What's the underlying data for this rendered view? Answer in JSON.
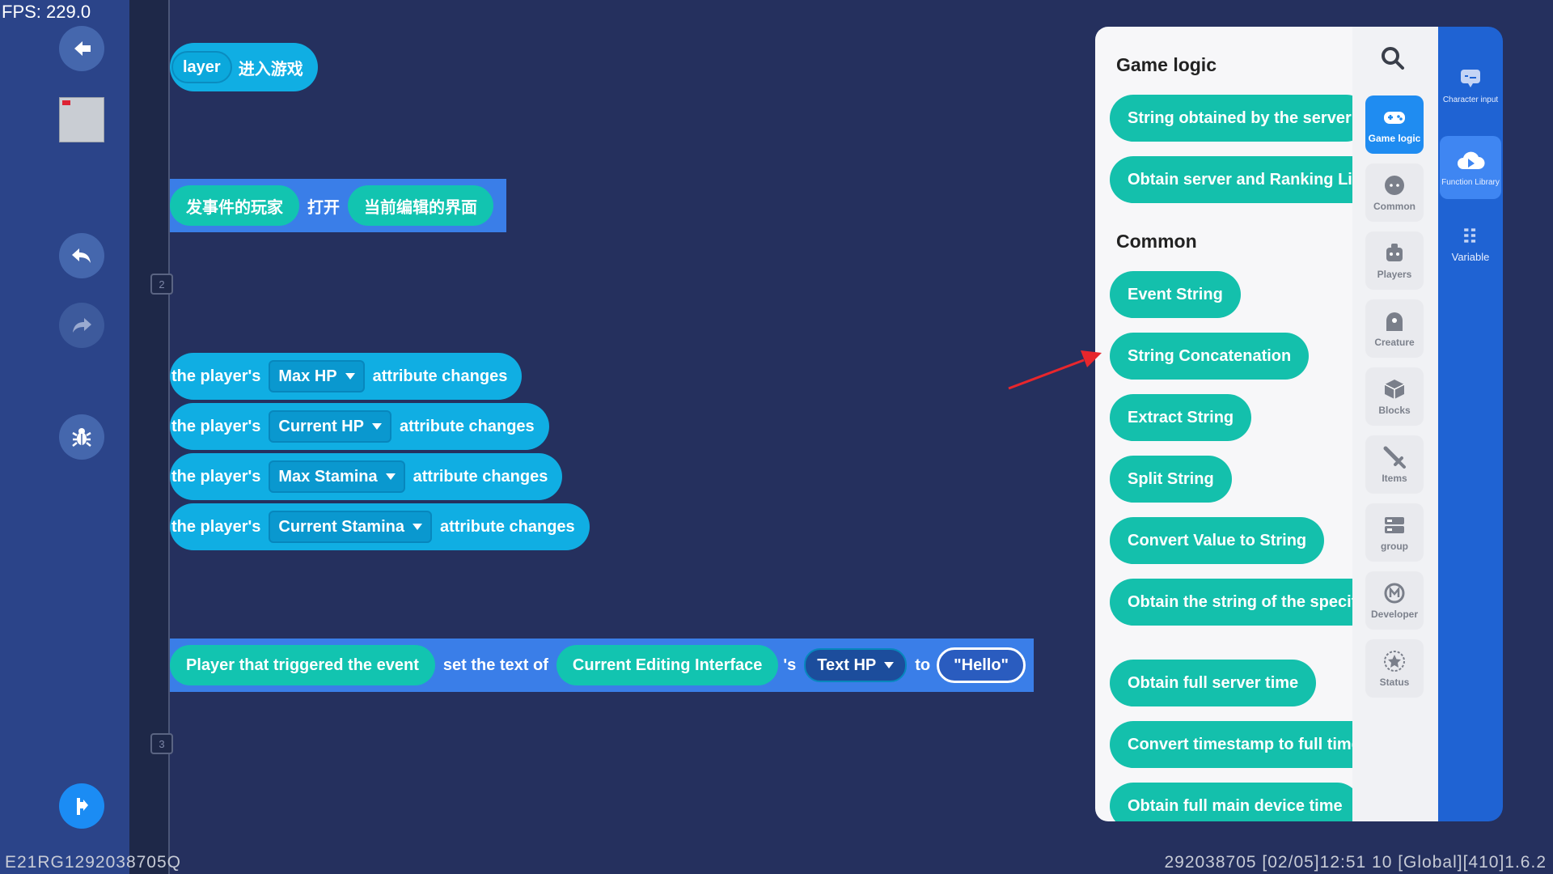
{
  "fps": "FPS: 229.0",
  "canvas": {
    "line_numbers": [
      "2",
      "3"
    ],
    "block1": {
      "input": "layer",
      "text": "进入游戏"
    },
    "block2": {
      "input": "发事件的玩家",
      "verb": "打开",
      "target": "当前编辑的界面"
    },
    "attr_blocks": [
      {
        "prefix": "the player's",
        "attr": "Max HP",
        "suffix": "attribute changes"
      },
      {
        "prefix": "the player's",
        "attr": "Current HP",
        "suffix": "attribute changes"
      },
      {
        "prefix": "the player's",
        "attr": "Max Stamina",
        "suffix": "attribute changes"
      },
      {
        "prefix": "the player's",
        "attr": "Current Stamina",
        "suffix": "attribute changes"
      }
    ],
    "set_text_block": {
      "player": "Player that triggered the event",
      "verb": "set the text of",
      "interface": "Current Editing Interface",
      "possessive": "'s",
      "control": "Text HP",
      "to": "to",
      "value": "\"Hello\""
    }
  },
  "palette": {
    "section1": "Game logic",
    "section1_items": [
      "String obtained by the server",
      "Obtain server and Ranking List"
    ],
    "section2": "Common",
    "section2_items": [
      "Event String",
      "String Concatenation",
      "Extract String",
      "Split String",
      "Convert Value to String",
      "Obtain the string of the specifie",
      "Obtain full server time",
      "Convert timestamp to full time",
      "Obtain full main device time"
    ]
  },
  "categories": [
    {
      "label": "Game logic",
      "icon": "gamepad-icon",
      "active": true
    },
    {
      "label": "Common",
      "icon": "dots-icon",
      "active": false
    },
    {
      "label": "Players",
      "icon": "player-icon",
      "active": false
    },
    {
      "label": "Creature",
      "icon": "creature-icon",
      "active": false
    },
    {
      "label": "Blocks",
      "icon": "cube-icon",
      "active": false
    },
    {
      "label": "Items",
      "icon": "sword-icon",
      "active": false
    },
    {
      "label": "group",
      "icon": "group-icon",
      "active": false
    },
    {
      "label": "Developer",
      "icon": "developer-icon",
      "active": false
    },
    {
      "label": "Status",
      "icon": "star-icon",
      "active": false
    }
  ],
  "right_nav": [
    {
      "label": "Character input",
      "icon": "chat-icon",
      "active": false
    },
    {
      "label": "Function Library",
      "icon": "cloud-play-icon",
      "active": true
    },
    {
      "label": "Variable",
      "icon": "variable-icon",
      "active": false
    }
  ],
  "footer": {
    "left": "E21RG1292038705Q",
    "right": "292038705   [02/05]12:51 10  [Global][410]1.6.2"
  },
  "colors": {
    "block_cyan": "#10aee3",
    "block_teal": "#14c0ac",
    "block_blue": "#3a7ee8",
    "annotation_arrow": "#e8262c"
  }
}
